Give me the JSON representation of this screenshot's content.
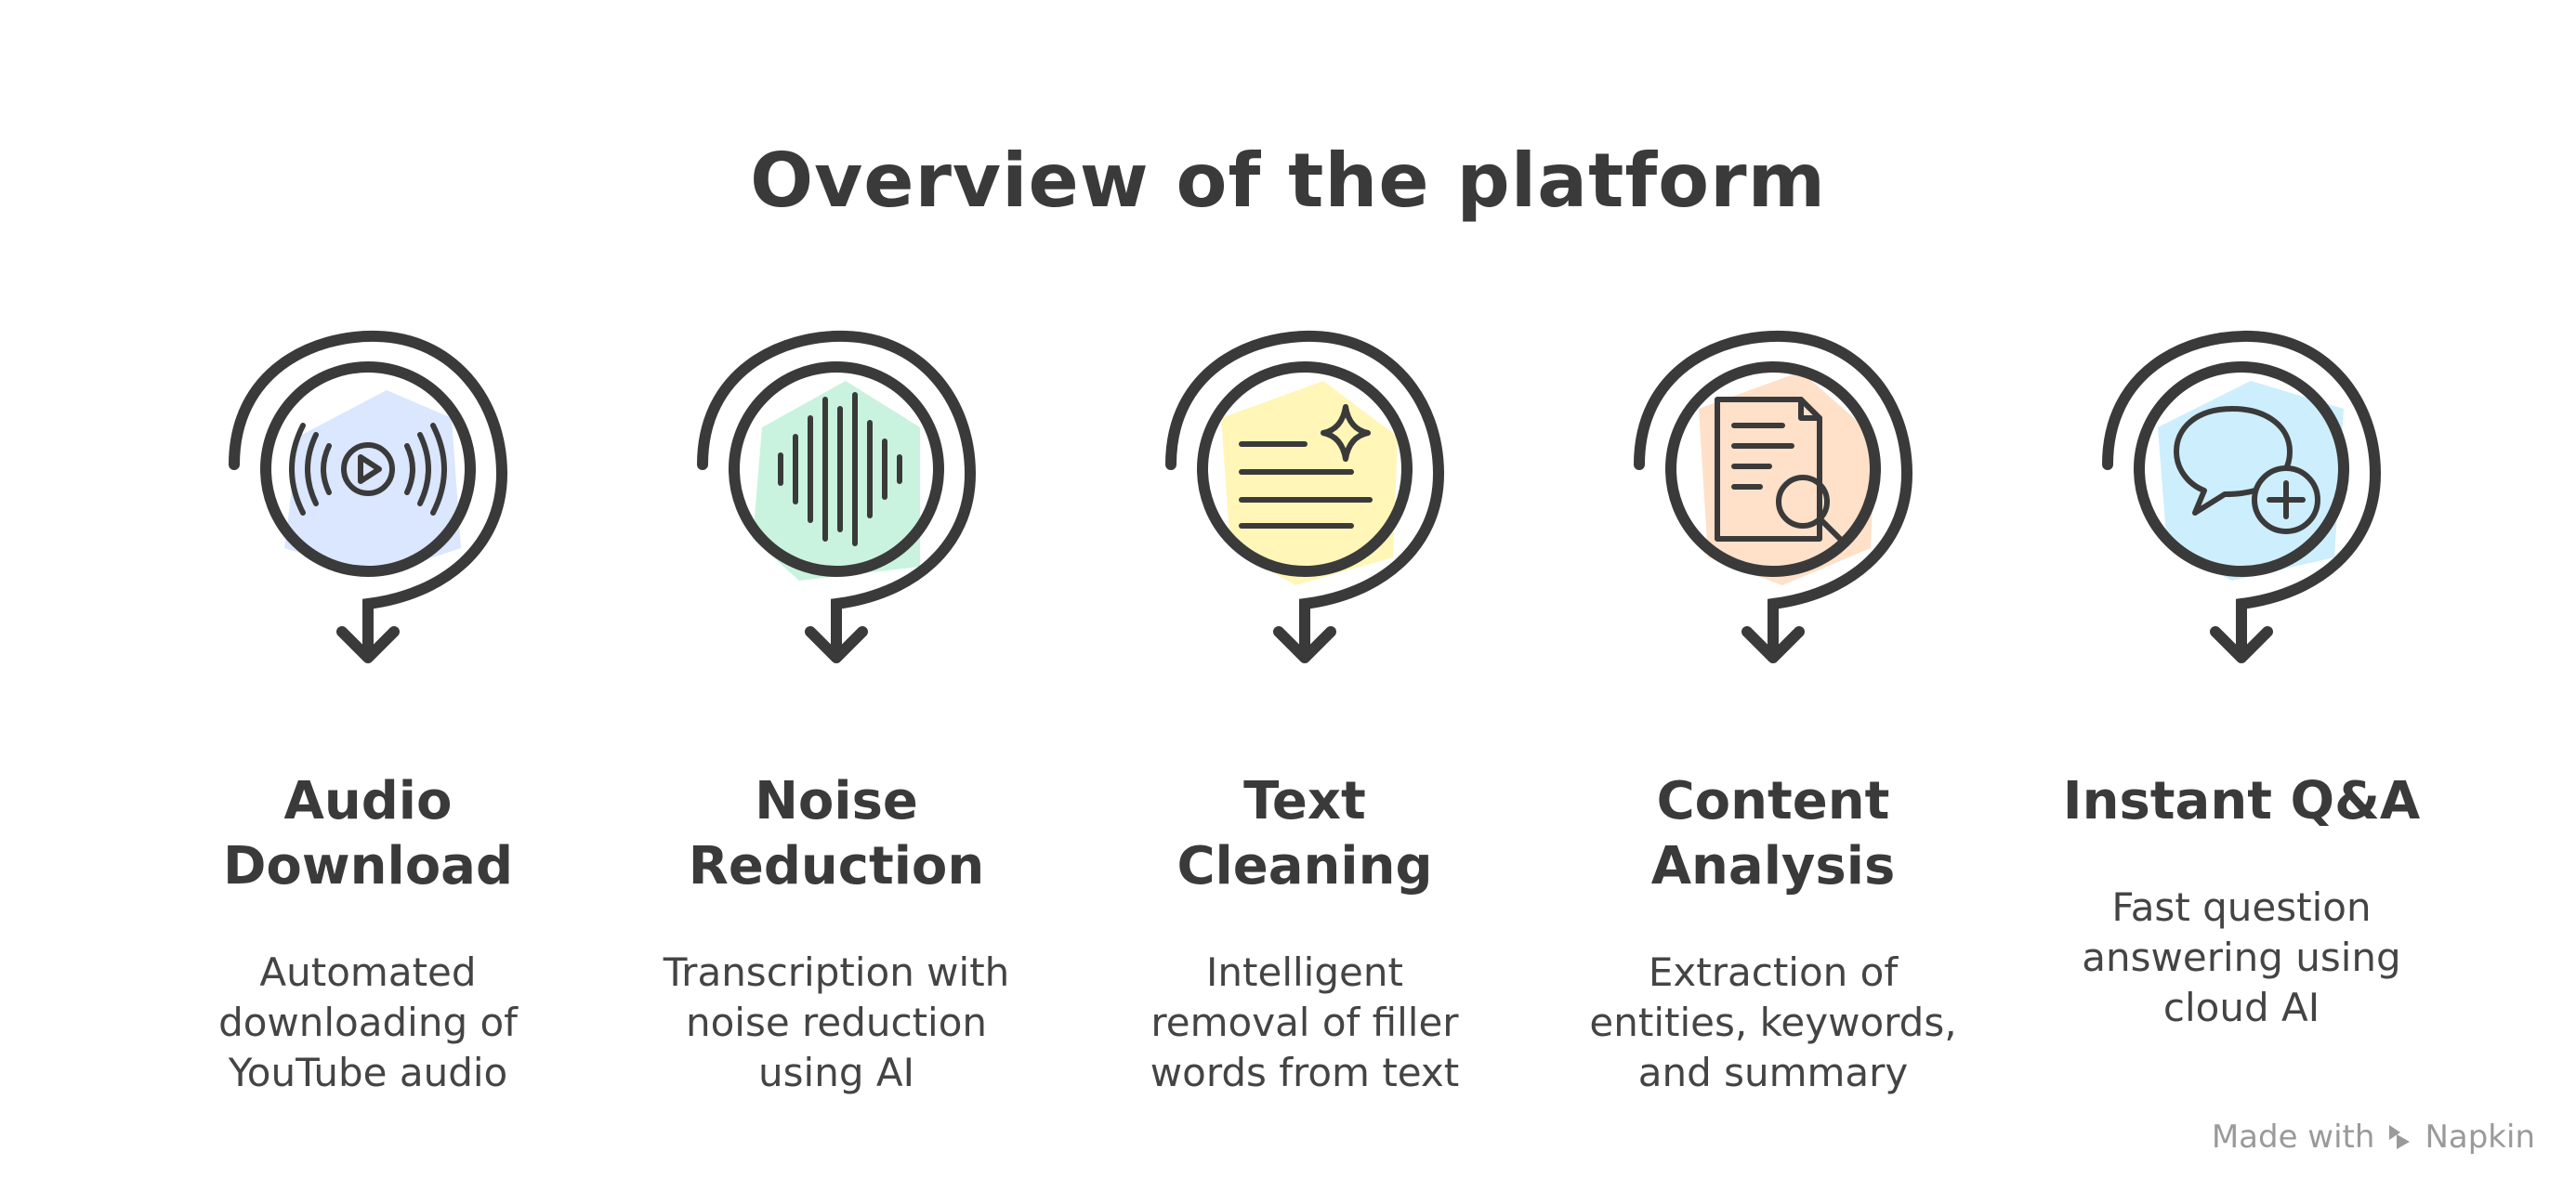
{
  "title": "Overview of the platform",
  "colors": {
    "ink": "#3a3a3a",
    "blue": "#dbe6ff",
    "green": "#c9f3df",
    "yellow": "#fff6b8",
    "orange": "#ffe0c8",
    "cyan": "#cdeefc"
  },
  "steps": [
    {
      "heading": "Audio\nDownload",
      "description": "Automated\ndownloading of\nYouTube audio",
      "icon": "audio-play-icon",
      "color": "#dbe6ff"
    },
    {
      "heading": "Noise\nReduction",
      "description": "Transcription with\nnoise reduction\nusing AI",
      "icon": "sound-wave-icon",
      "color": "#c9f3df"
    },
    {
      "heading": "Text\nCleaning",
      "description": "Intelligent\nremoval of filler\nwords from text",
      "icon": "sparkle-text-icon",
      "color": "#fff6b8"
    },
    {
      "heading": "Content\nAnalysis",
      "description": "Extraction of\nentities, keywords,\nand summary",
      "icon": "document-search-icon",
      "color": "#ffe0c8"
    },
    {
      "heading": "Instant Q&A",
      "description": "Fast question\nanswering using\ncloud AI",
      "icon": "chat-add-icon",
      "color": "#cdeefc"
    }
  ],
  "watermark": {
    "prefix": "Made with",
    "brand": "Napkin",
    "icon": "napkin-logo-icon"
  }
}
